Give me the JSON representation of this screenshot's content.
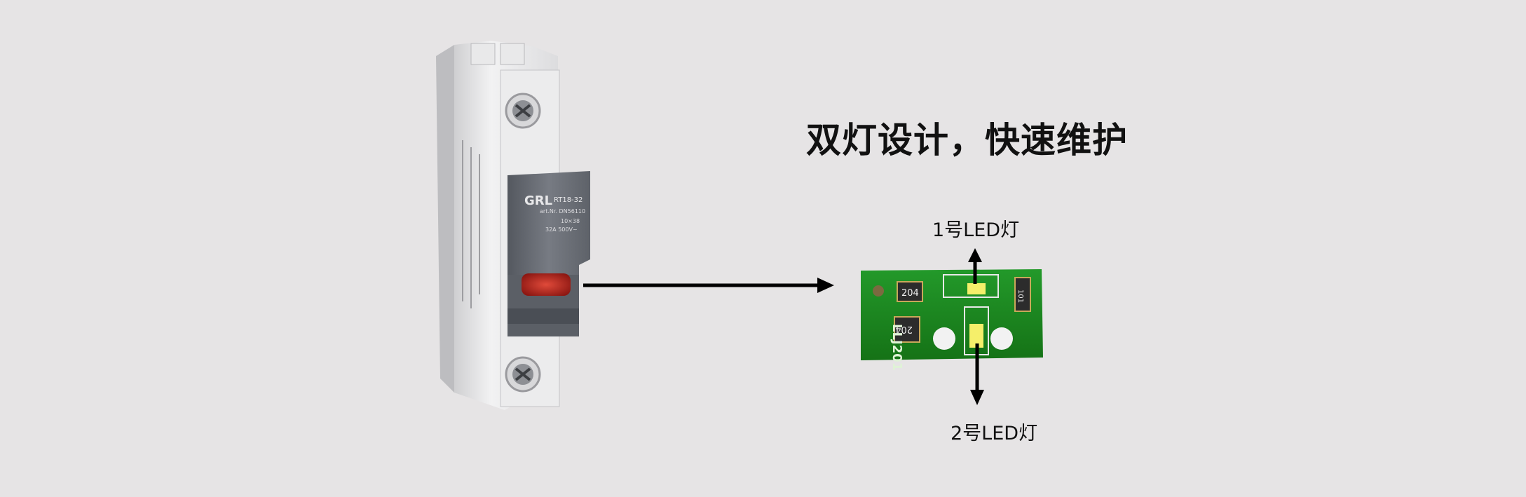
{
  "headline": "双灯设计，快速维护",
  "callouts": {
    "led1": "1号LED灯",
    "led2": "2号LED灯"
  },
  "fuse_holder": {
    "brand": "GRL",
    "model": "RT18-32",
    "art_nr": "art.Nr. DN56110",
    "size": "10×38",
    "rating": "32A 500V~"
  },
  "pcb": {
    "silkscreen": "LLJ201",
    "resistor_top": "204",
    "resistor_bottom": "204",
    "resistor_right": "101"
  },
  "colors": {
    "background": "#e6e4e5",
    "pcb_green": "#1f8a1f",
    "led_yellow": "#f5ef6a",
    "indicator_red": "#b0201c",
    "housing_grey": "#6f737a"
  }
}
